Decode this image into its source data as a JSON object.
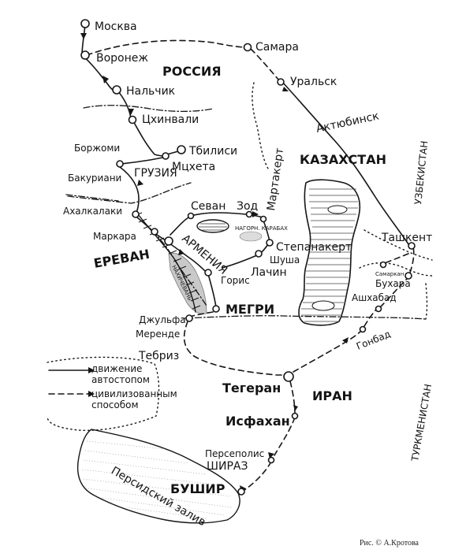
{
  "labels": {
    "moskva": "Москва",
    "voronezh": "Воронеж",
    "rossiya": "РОССИЯ",
    "samara": "Самара",
    "uralsk": "Уральск",
    "nalchik": "Нальчик",
    "tskhinvali": "Цхинвали",
    "aktyubinsk": "Актюбинск",
    "borzhomi": "Боржоми",
    "tbilisi": "Тбилиси",
    "mtsheta": "Мцхета",
    "gruziya": "ГРУЗИЯ",
    "kazakhstan": "КАЗАХСТАН",
    "martakert": "Мартакерт",
    "uzbekistan": "УЗБЕКИСТАН",
    "bakuriani": "Бакуриани",
    "akhalkalaki": "Ахалкалаки",
    "sevan": "Севан",
    "zod": "Зод",
    "nagorny_karabakh": "НАГОРН. КАРАБАХ",
    "markara": "Маркара",
    "armeniya": "АРМЕНИЯ",
    "stepanakert": "Степанакерт",
    "tashkent": "Ташкент",
    "samarkand": "Самаркан",
    "yerevan": "ЕРЕВАН",
    "shusha": "Шуша",
    "buhara": "Бухара",
    "nakhichevan": "НАХИЧЕВАНЬ",
    "lachin": "Лачин",
    "goris": "Горис",
    "ashkhabad": "Ашхабад",
    "megri": "МЕГРИ",
    "dzhulfa": "Джульфа",
    "merende": "Меренде",
    "gonbad": "Гонбад",
    "tebriz": "Тебриз",
    "tegeran": "Тегеран",
    "iran": "ИРАН",
    "turkmenistan": "ТУРКМЕНИСТАН",
    "isfahan": "Исфахан",
    "persepolis": "Персеполис",
    "shiraz": "ШИРАЗ",
    "bushir": "БУШИР",
    "persidsky_zaliv": "Персидский залив"
  },
  "legend": {
    "line1": "движение",
    "line2": "автостопом",
    "line3": "цивилизованным",
    "line4": "способом"
  },
  "credit": "Рис. © А.Кротова"
}
